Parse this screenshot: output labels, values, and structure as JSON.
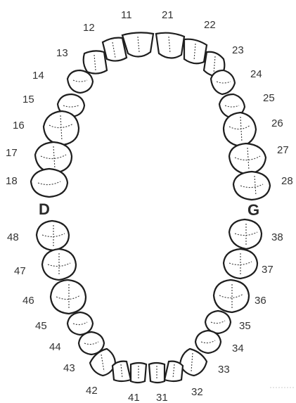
{
  "diagram": {
    "side_left": "D",
    "side_right": "G",
    "upper_teeth": [
      "11",
      "12",
      "13",
      "14",
      "15",
      "16",
      "17",
      "18",
      "21",
      "22",
      "23",
      "24",
      "25",
      "26",
      "27",
      "28"
    ],
    "lower_teeth": [
      "31",
      "32",
      "33",
      "34",
      "35",
      "36",
      "37",
      "38",
      "41",
      "42",
      "43",
      "44",
      "45",
      "46",
      "47",
      "48"
    ]
  },
  "colors": {
    "outline": "#1e1e1e",
    "text": "#333333"
  }
}
